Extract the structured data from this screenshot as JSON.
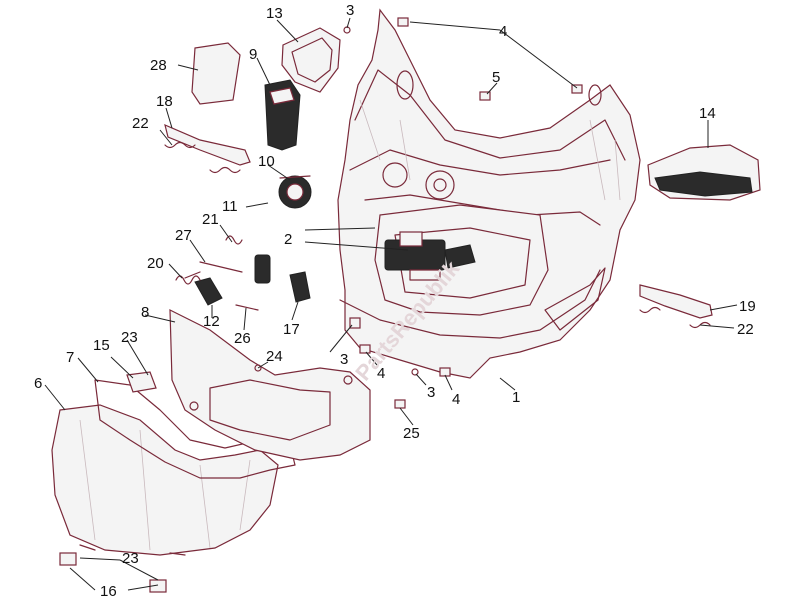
{
  "watermark": "PartsRepublik",
  "callouts": [
    {
      "id": "c1",
      "label": "1"
    },
    {
      "id": "c2",
      "label": "2"
    },
    {
      "id": "c3a",
      "label": "3"
    },
    {
      "id": "c3b",
      "label": "3"
    },
    {
      "id": "c3c",
      "label": "3"
    },
    {
      "id": "c4a",
      "label": "4"
    },
    {
      "id": "c4b",
      "label": "4"
    },
    {
      "id": "c4c",
      "label": "4"
    },
    {
      "id": "c5",
      "label": "5"
    },
    {
      "id": "c6",
      "label": "6"
    },
    {
      "id": "c7",
      "label": "7"
    },
    {
      "id": "c8",
      "label": "8"
    },
    {
      "id": "c9",
      "label": "9"
    },
    {
      "id": "c10",
      "label": "10"
    },
    {
      "id": "c11",
      "label": "11"
    },
    {
      "id": "c12",
      "label": "12"
    },
    {
      "id": "c13",
      "label": "13"
    },
    {
      "id": "c14",
      "label": "14"
    },
    {
      "id": "c15",
      "label": "15"
    },
    {
      "id": "c16",
      "label": "16"
    },
    {
      "id": "c17",
      "label": "17"
    },
    {
      "id": "c18",
      "label": "18"
    },
    {
      "id": "c19",
      "label": "19"
    },
    {
      "id": "c20",
      "label": "20"
    },
    {
      "id": "c21",
      "label": "21"
    },
    {
      "id": "c22a",
      "label": "22"
    },
    {
      "id": "c22b",
      "label": "22"
    },
    {
      "id": "c23a",
      "label": "23"
    },
    {
      "id": "c23b",
      "label": "23"
    },
    {
      "id": "c24",
      "label": "24"
    },
    {
      "id": "c25",
      "label": "25"
    },
    {
      "id": "c26",
      "label": "26"
    },
    {
      "id": "c27",
      "label": "27"
    },
    {
      "id": "c28",
      "label": "28"
    }
  ]
}
